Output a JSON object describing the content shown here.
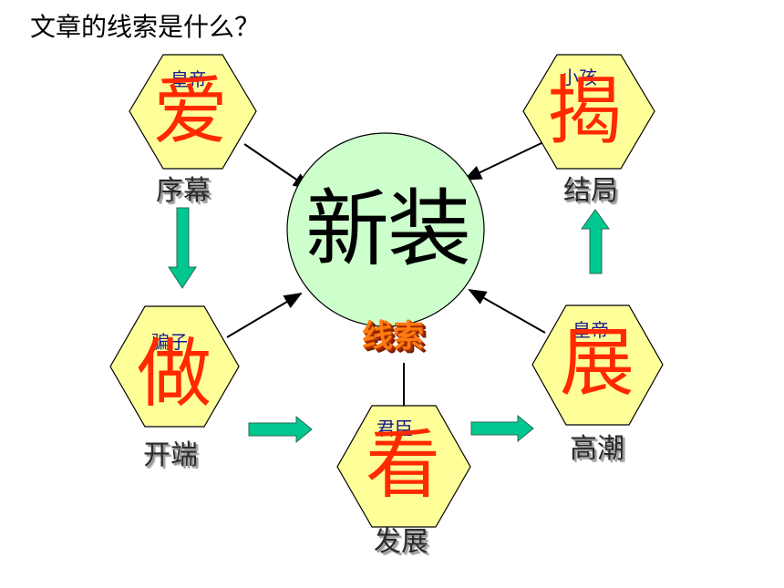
{
  "title": "文章的线索是什么？",
  "center": {
    "text": "新装",
    "label": "线索"
  },
  "nodes": [
    {
      "id": "ai",
      "role": "皇帝",
      "char": "爱",
      "stage": "序幕"
    },
    {
      "id": "zuo",
      "role": "骗子",
      "char": "做",
      "stage": "开端"
    },
    {
      "id": "kan",
      "role": "君臣",
      "char": "看",
      "stage": "发展"
    },
    {
      "id": "zhan",
      "role": "皇帝",
      "char": "展",
      "stage": "高潮"
    },
    {
      "id": "jie",
      "role": "小孩",
      "char": "揭",
      "stage": "结局"
    }
  ],
  "colors": {
    "hex_fill": "#ffff99",
    "circle_fill": "#ccffcc",
    "arrow_fill": "#00c890",
    "char_color": "#ff2a00",
    "role_color": "#1a1a8c"
  }
}
